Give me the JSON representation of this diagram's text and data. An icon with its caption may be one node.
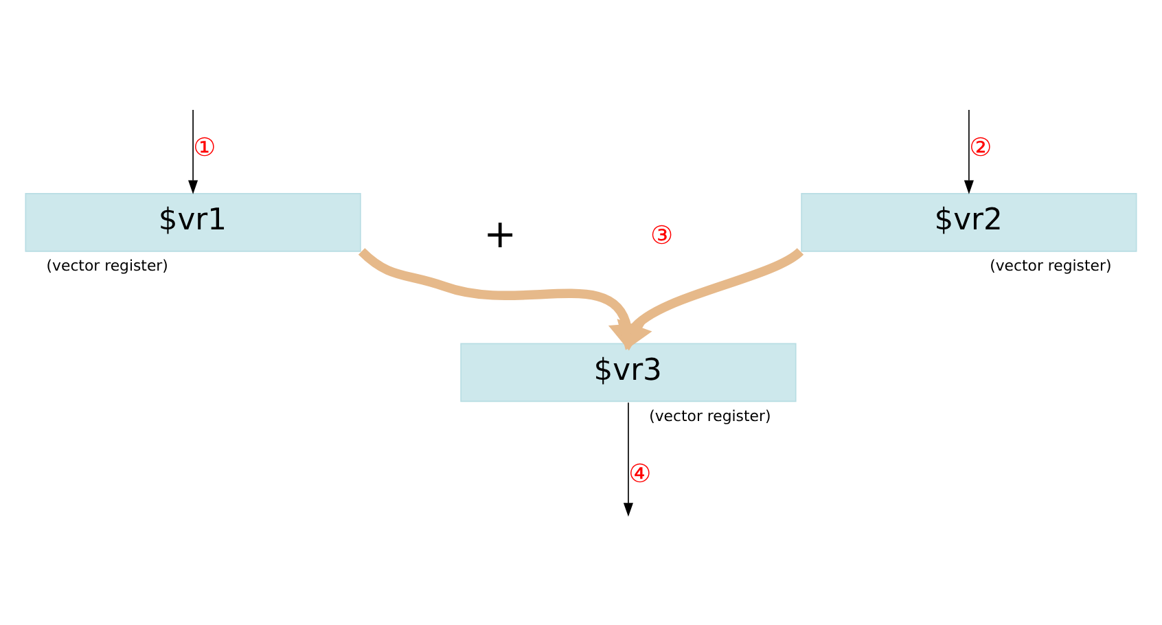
{
  "diagram": {
    "nodes": [
      {
        "text": [
          "$vr1"
        ],
        "beside": [
          "(vector register)"
        ]
      },
      {
        "text": [
          "$vr2"
        ],
        "beside": [
          "(vector register)"
        ]
      },
      {
        "text": [
          "$vr3"
        ],
        "beside": [
          "(vector register)"
        ]
      }
    ],
    "edges": [
      {
        "from": null,
        "to": 0,
        "arrow": "to",
        "label": "①"
      },
      {
        "from": null,
        "to": 1,
        "arrow": "to",
        "label": "②"
      },
      {
        "from": 0,
        "to": 2,
        "arrow": "to",
        "style": "thick",
        "color": "#e6b98a"
      },
      {
        "from": 1,
        "to": 2,
        "arrow": "to",
        "style": "thick",
        "color": "#e6b98a"
      },
      {
        "from": 2,
        "to": null,
        "arrow": "to",
        "label": "④"
      }
    ],
    "labels": [
      "+",
      "③"
    ]
  }
}
